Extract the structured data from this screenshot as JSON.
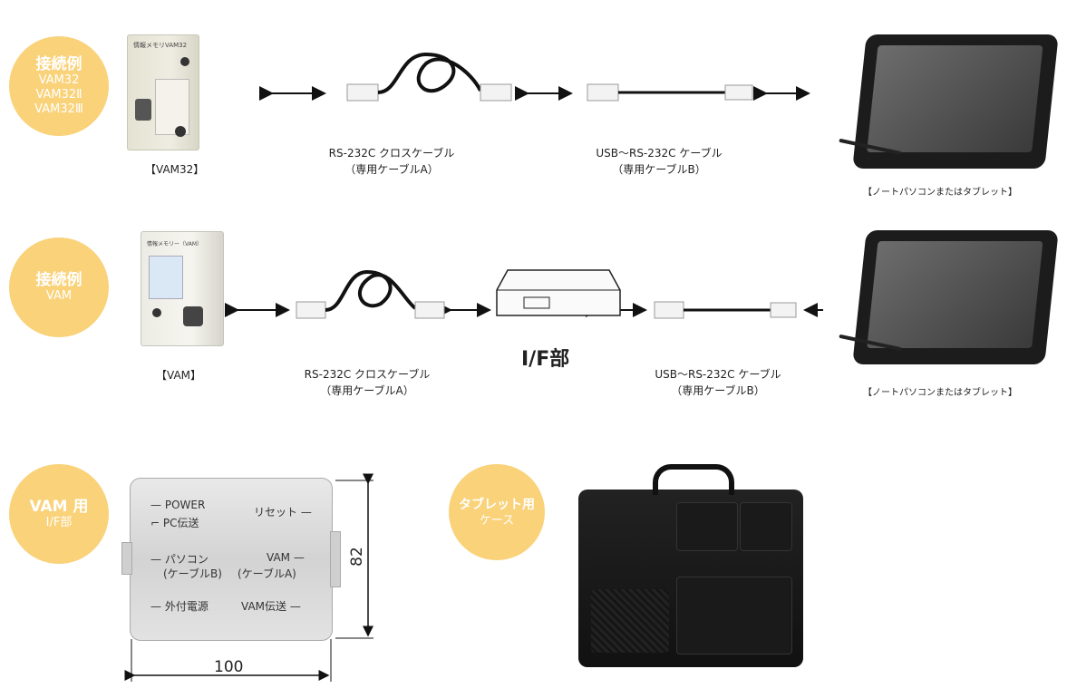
{
  "row1": {
    "badge": {
      "title": "接続例",
      "lines": [
        "VAM32",
        "VAM32Ⅱ",
        "VAM32Ⅲ"
      ]
    },
    "device_caption": "【VAM32】",
    "device_label": "情報メモリVAM32",
    "cable_a": {
      "name": "RS-232C クロスケーブル",
      "sub": "（専用ケーブルA）"
    },
    "cable_b": {
      "name": "USB～RS-232C ケーブル",
      "sub": "（専用ケーブルB）"
    },
    "tablet_caption": "【ノートパソコンまたはタブレット】"
  },
  "row2": {
    "badge": {
      "title": "接続例",
      "lines": [
        "VAM"
      ]
    },
    "device_caption": "【VAM】",
    "device_label": "情報メモリー（VAM）",
    "cable_a": {
      "name": "RS-232C クロスケーブル",
      "sub": "（専用ケーブルA）"
    },
    "interface_label": "I/F部",
    "cable_b": {
      "name": "USB～RS-232C ケーブル",
      "sub": "（専用ケーブルB）"
    },
    "tablet_caption": "【ノートパソコンまたはタブレット】"
  },
  "row3": {
    "badge_if": {
      "title": "VAM 用",
      "sub": "I/F部"
    },
    "if_box_labels": {
      "power": "POWER",
      "pc_transmit": "PC伝送",
      "reset": "リセット",
      "pc": "パソコン",
      "cable_b": "(ケーブルB)",
      "vam": "VAM",
      "cable_a": "(ケーブルA)",
      "ext_power": "外付電源",
      "vam_transmit": "VAM伝送"
    },
    "dim_height": "82",
    "dim_width": "100",
    "badge_case": {
      "title": "タブレット用",
      "sub": "ケース"
    }
  },
  "colors": {
    "badge": "#f9d27a",
    "text": "#222222"
  }
}
